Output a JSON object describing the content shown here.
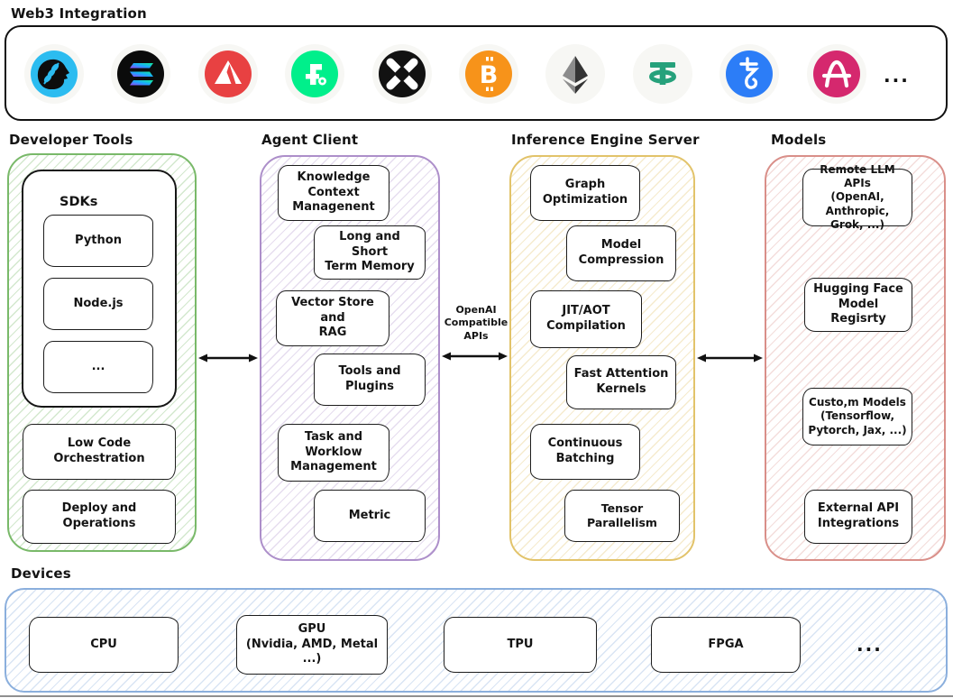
{
  "web3": {
    "title": "Web3 Integration",
    "icons": [
      {
        "name": "gaianet",
        "color": "#2cbcf0"
      },
      {
        "name": "solana",
        "color": "#0b0b0b"
      },
      {
        "name": "avalanche",
        "color": "#e84142"
      },
      {
        "name": "flow",
        "color": "#00ef8b"
      },
      {
        "name": "0x",
        "color": "#121212"
      },
      {
        "name": "bitcoin",
        "color": "#f7931a"
      },
      {
        "name": "ethereum",
        "color": "#343434"
      },
      {
        "name": "tether",
        "color": "#26a17b"
      },
      {
        "name": "tezos",
        "color": "#2c7df7"
      },
      {
        "name": "amp",
        "color": "#d5286e"
      }
    ],
    "more_label": "..."
  },
  "developer_tools": {
    "title": "Developer Tools",
    "accent": "#79b969",
    "sdks": {
      "label": "SDKs",
      "items": [
        {
          "label": "Python"
        },
        {
          "label": "Node.js"
        },
        {
          "label": "..."
        }
      ]
    },
    "boxes": [
      {
        "label": "Low Code\nOrchestration"
      },
      {
        "label": "Deploy and Operations"
      }
    ]
  },
  "agent_client": {
    "title": "Agent Client",
    "accent": "#ad8fca",
    "boxes": [
      {
        "label": "Knowledge\nContext\nManagenent"
      },
      {
        "label": "Long and Short\nTerm Memory"
      },
      {
        "label": "Vector Store and\nRAG"
      },
      {
        "label": "Tools and Plugins"
      },
      {
        "label": "Task and\nWorklow\nManagement"
      },
      {
        "label": "Metric"
      }
    ]
  },
  "inference_engine": {
    "title": "Inference Engine Server",
    "accent": "#e2c36a",
    "boxes": [
      {
        "label": "Graph\nOptimization"
      },
      {
        "label": "Model\nCompression"
      },
      {
        "label": "JIT/AOT\nCompilation"
      },
      {
        "label": "Fast Attention\nKernels"
      },
      {
        "label": "Continuous\nBatching"
      },
      {
        "label": "Tensor Parallelism"
      }
    ]
  },
  "models": {
    "title": "Models",
    "accent": "#d98f89",
    "boxes": [
      {
        "label": "Remote LLM APIs\n(OpenAI, Anthropic,\nGrok, ...)"
      },
      {
        "label": "Hugging Face\nModel Regisrty"
      },
      {
        "label": "Custo,m Models\n(Tensorflow,\nPytorch, Jax, ...)"
      },
      {
        "label": "External API\nIntegrations"
      }
    ]
  },
  "connector": {
    "label": "OpenAI\nCompatible\nAPIs"
  },
  "devices": {
    "title": "Devices",
    "accent": "#8bafdd",
    "boxes": [
      {
        "label": "CPU"
      },
      {
        "label": "GPU\n(Nvidia, AMD, Metal ...)"
      },
      {
        "label": "TPU"
      },
      {
        "label": "FPGA"
      }
    ],
    "more_label": "..."
  }
}
